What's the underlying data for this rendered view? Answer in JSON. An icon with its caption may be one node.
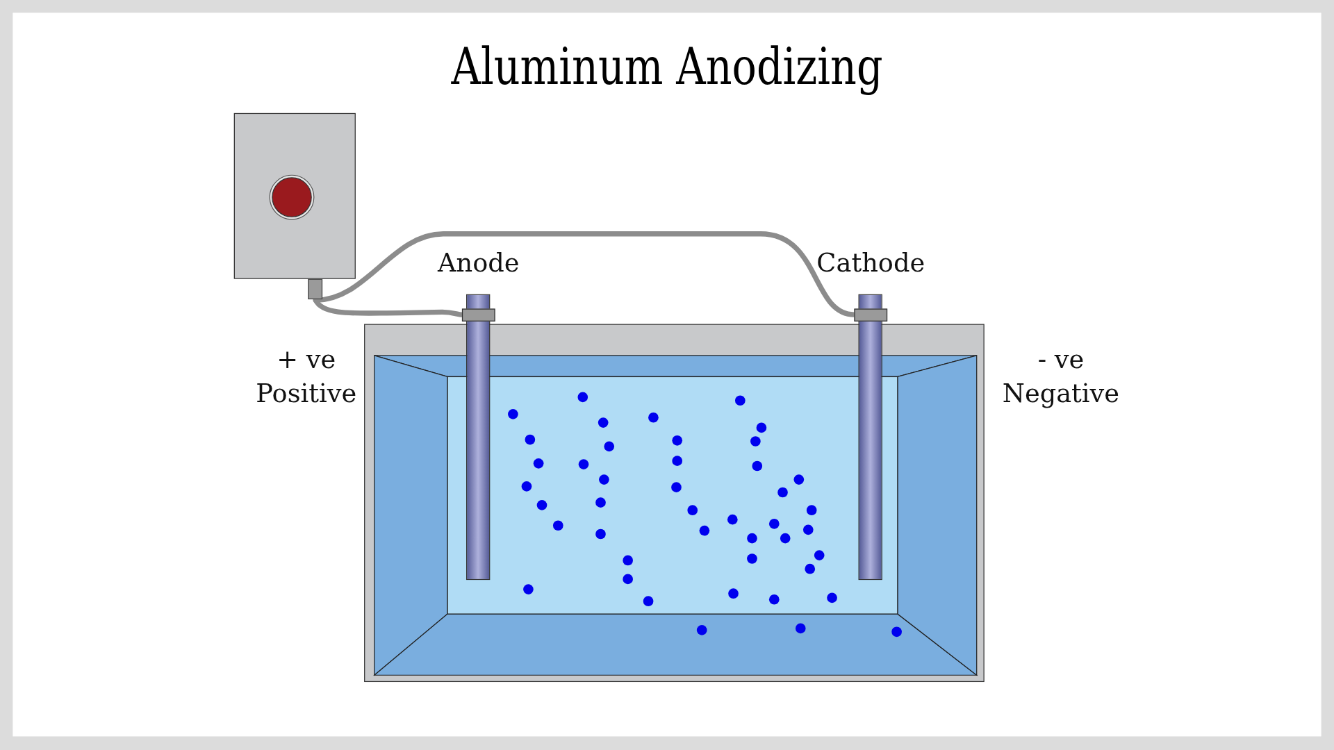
{
  "diagram": {
    "title": "Aluminum Anodizing",
    "nodes": [
      {
        "text": [],
        "shape": "box"
      },
      {
        "text": [
          "Anode"
        ]
      },
      {
        "text": [
          "Cathode"
        ]
      }
    ],
    "edges": [
      {
        "from": 0,
        "to": 1,
        "arrow": "none"
      },
      {
        "from": 0,
        "to": 2,
        "arrow": "none"
      }
    ],
    "labels": [
      "+ ve Positive",
      "- ve Negative"
    ]
  }
}
